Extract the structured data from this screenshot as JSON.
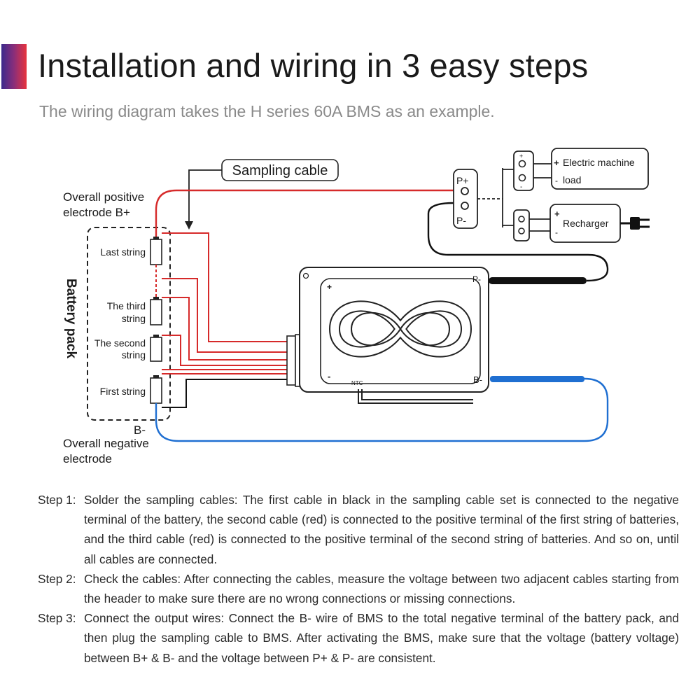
{
  "header": {
    "title": "Installation and wiring in 3 easy steps",
    "subtitle": "The wiring diagram takes the H series 60A BMS as an example."
  },
  "diagram": {
    "sampling_cable_label": "Sampling cable",
    "overall_positive_label": [
      "Overall positive",
      "electrode  B+"
    ],
    "overall_negative_label": [
      "B-",
      "Overall negative",
      "electrode"
    ],
    "battery_pack_label": "Battery pack",
    "strings": {
      "last": [
        "Last string"
      ],
      "third": [
        "The third",
        "string"
      ],
      "second": [
        "The second",
        "string"
      ],
      "first": [
        "First string"
      ]
    },
    "terminals": {
      "p_plus": "P+",
      "p_minus": "P-",
      "b_minus": "B-",
      "ntc": "NTC",
      "plus": "+",
      "minus": "-"
    },
    "electric_machine_label": [
      "Electric machine",
      "load"
    ],
    "recharger_label": "Recharger",
    "colors": {
      "red_wire": "#d62a2a",
      "blue_wire": "#1f6fd1",
      "black_wire": "#111111",
      "accent_start": "#3b2a8c",
      "accent_end": "#e8333d"
    }
  },
  "steps": [
    {
      "label": "Step 1:",
      "text": "Solder the sampling cables: The first cable in black in the sampling cable set is connected to the negative terminal of the battery, the second cable (red) is connected to the positive terminal of the first string of batteries, and the third cable (red) is connected to the positive terminal of the second string of batteries. And so on, until all cables are connected."
    },
    {
      "label": "Step 2:",
      "text": "Check the cables: After connecting the cables, measure the voltage between two adjacent cables starting from the header to make sure there are no wrong connections or missing connections."
    },
    {
      "label": "Step 3:",
      "text": "Connect the output wires: Connect the B- wire of BMS to the total negative terminal of the battery pack, and then plug the sampling cable to BMS. After activating the BMS, make sure that the voltage (battery voltage) between B+ & B- and the voltage between P+ & P- are consistent."
    }
  ]
}
